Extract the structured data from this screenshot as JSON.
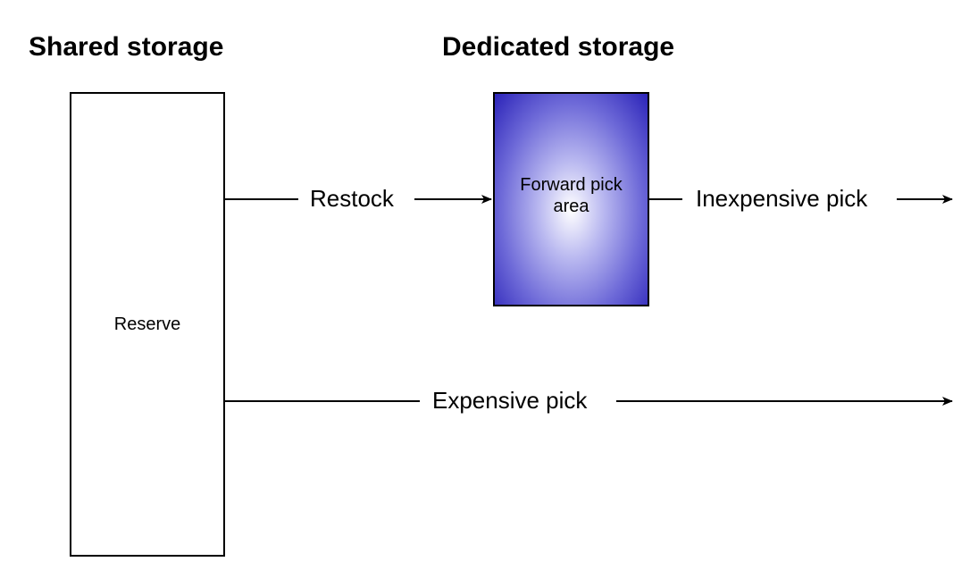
{
  "headings": {
    "shared": "Shared storage",
    "dedicated": "Dedicated storage"
  },
  "boxes": {
    "reserve": "Reserve",
    "forward_pick_line1": "Forward pick",
    "forward_pick_line2": "area"
  },
  "arrows": {
    "restock": "Restock",
    "inexpensive_pick": "Inexpensive pick",
    "expensive_pick": "Expensive pick"
  },
  "colors": {
    "forward_pick_edge": "#2b23b8",
    "forward_pick_center": "#ffffff"
  }
}
